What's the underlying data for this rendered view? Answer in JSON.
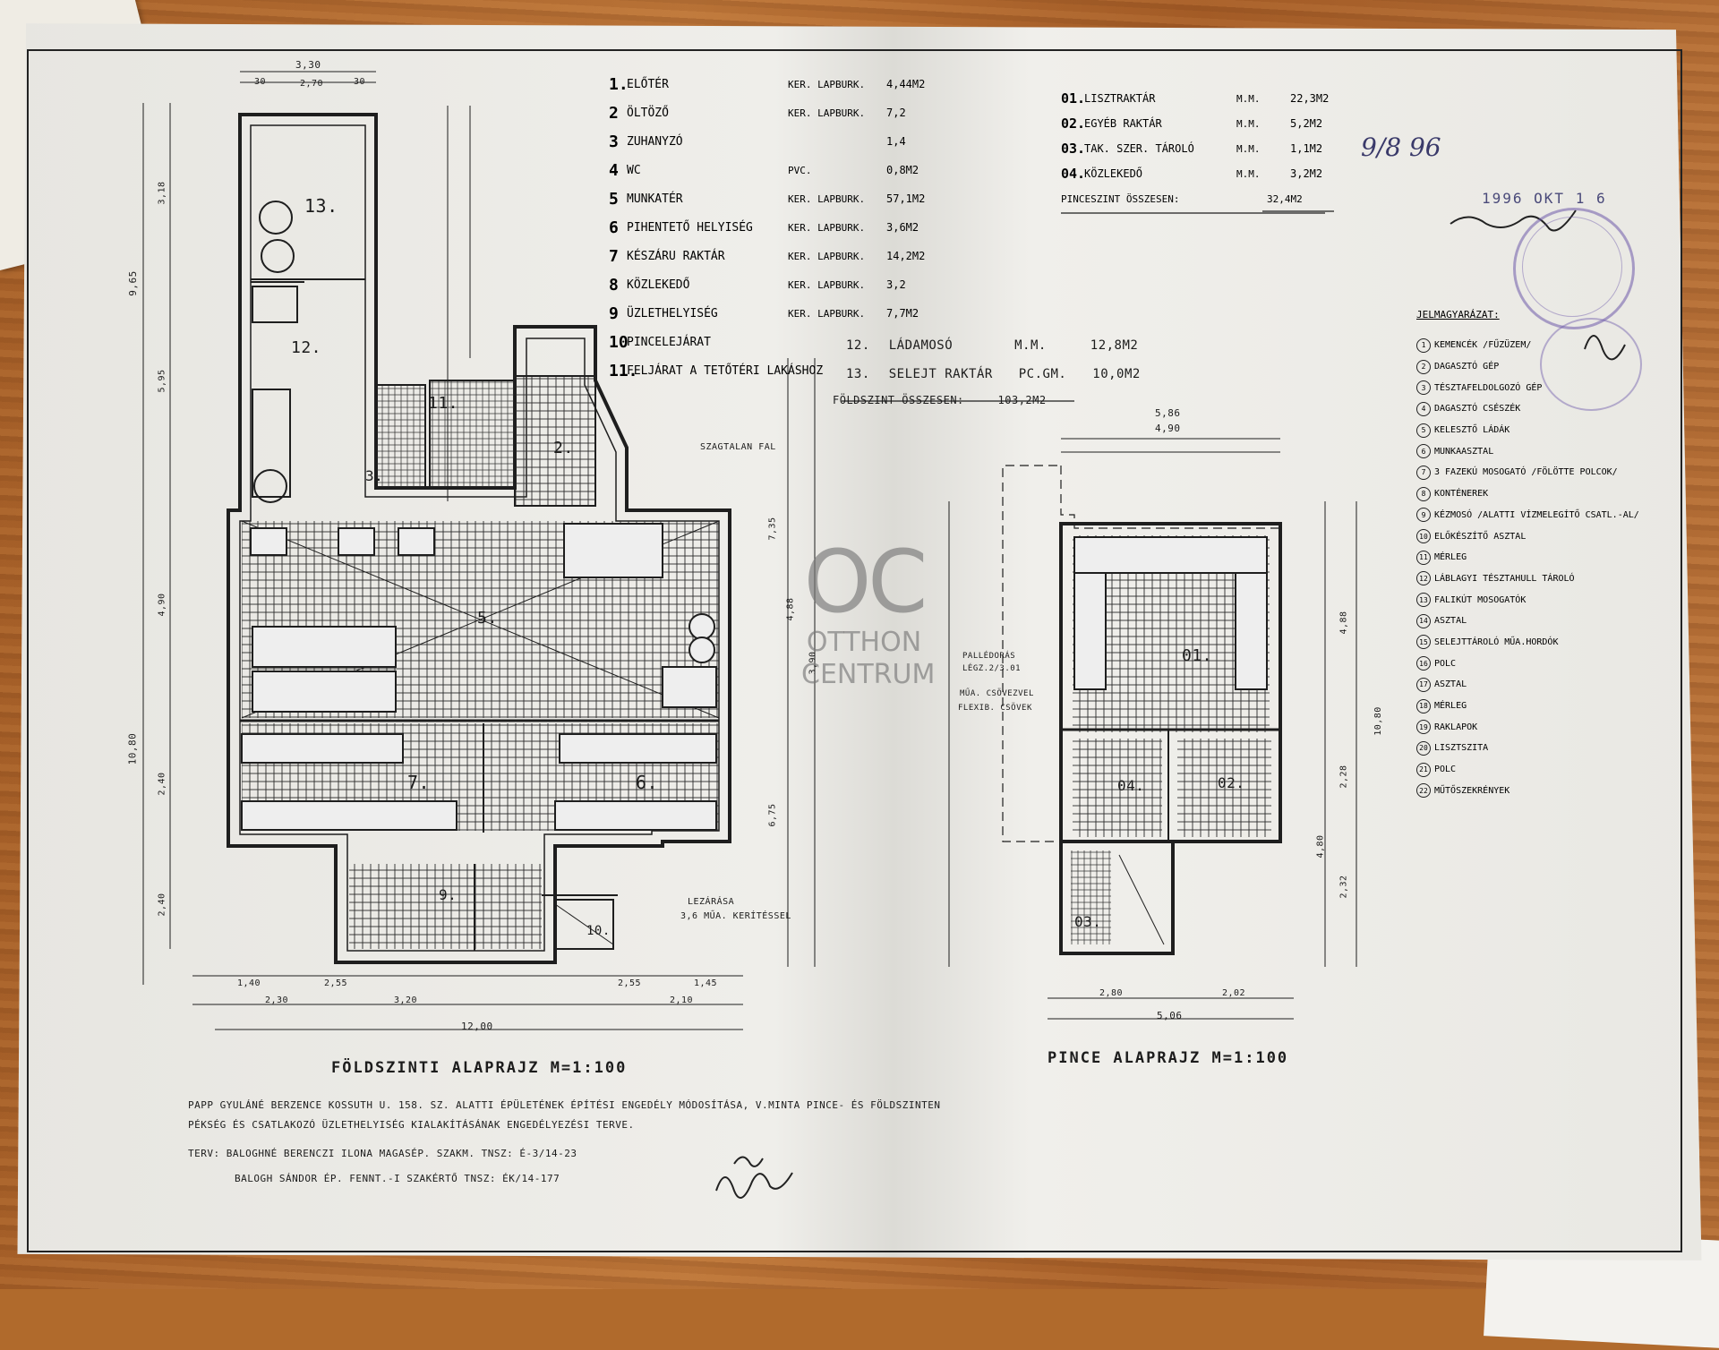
{
  "ground_rooms": [
    {
      "num": "1.",
      "name": "ELŐTÉR",
      "floor": "KER. LAPBURK.",
      "area": "4,44M2"
    },
    {
      "num": "2",
      "name": "ÖLTÖZŐ",
      "floor": "KER. LAPBURK.",
      "area": "7,2"
    },
    {
      "num": "3",
      "name": "ZUHANYZÓ",
      "floor": "",
      "area": "1,4"
    },
    {
      "num": "4",
      "name": "WC",
      "floor": "PVC.",
      "area": "0,8M2"
    },
    {
      "num": "5",
      "name": "MUNKATÉR",
      "floor": "KER. LAPBURK.",
      "area": "57,1M2"
    },
    {
      "num": "6",
      "name": "PIHENTETŐ HELYISÉG",
      "floor": "KER. LAPBURK.",
      "area": "3,6M2"
    },
    {
      "num": "7",
      "name": "KÉSZÁRU RAKTÁR",
      "floor": "KER. LAPBURK.",
      "area": "14,2M2"
    },
    {
      "num": "8",
      "name": "KÖZLEKEDŐ",
      "floor": "KER. LAPBURK.",
      "area": "3,2"
    },
    {
      "num": "9",
      "name": "ÜZLETHELYISÉG",
      "floor": "KER. LAPBURK.",
      "area": "7,7M2"
    },
    {
      "num": "10",
      "name": "PINCELEJÁRAT",
      "floor": "",
      "area": ""
    },
    {
      "num": "11.",
      "name": "FELJÁRAT A TETŐTÉRI LAKÁSHOZ",
      "floor": "",
      "area": ""
    }
  ],
  "ground_rooms_extra": [
    {
      "num": "12.",
      "name": "LÁDAMOSÓ",
      "floor": "M.M.",
      "area": "12,8M2"
    },
    {
      "num": "13.",
      "name": "SELEJT RAKTÁR",
      "floor": "PC.GM.",
      "area": "10,0M2"
    }
  ],
  "ground_total_label": "FÖLDSZINT ÖSSZESEN:",
  "ground_total": "103,2M2",
  "cellar_rooms": [
    {
      "num": "01.",
      "name": "LISZTRAKTÁR",
      "floor": "M.M.",
      "area": "22,3M2"
    },
    {
      "num": "02.",
      "name": "EGYÉB RAKTÁR",
      "floor": "M.M.",
      "area": "5,2M2"
    },
    {
      "num": "03.",
      "name": "TAK. SZER. TÁROLÓ",
      "floor": "M.M.",
      "area": "1,1M2"
    },
    {
      "num": "04.",
      "name": "KÖZLEKEDŐ",
      "floor": "M.M.",
      "area": "3,2M2"
    }
  ],
  "cellar_total_label": "PINCESZINT ÖSSZESEN:",
  "cellar_total": "32,4M2",
  "legend_title": "JELMAGYARÁZAT:",
  "legend": [
    "KEMENCÉK /FŰZÜZEM/",
    "DAGASZTÓ GÉP",
    "TÉSZTAFELDOLGOZÓ GÉP",
    "DAGASZTÓ CSÉSZÉK",
    "KELESZTŐ LÁDÁK",
    "MUNKAASZTAL",
    "3 FAZEKÚ MOSOGATÓ /FÖLÖTTE POLCOK/",
    "KONTÉNEREK",
    "KÉZMOSÓ /ALATTI VÍZMELEGÍTŐ CSATL.-AL/",
    "ELŐKÉSZÍTŐ ASZTAL",
    "MÉRLEG",
    "LÁBLAGYI TÉSZTAHULL TÁROLÓ",
    "FALIKÚT MOSOGATÓK",
    "ASZTAL",
    "SELEJTTÁROLÓ MŰA.HORDÓK",
    "POLC",
    "ASZTAL",
    "MÉRLEG",
    "RAKLAPOK",
    "LISZTSZITA",
    "POLC",
    "MŰTŐSZEKRÉNYEK"
  ],
  "plan_titles": {
    "ground": "FÖLDSZINTI ALAPRAJZ  M=1:100",
    "cellar": "PINCE ALAPRAJZ  M=1:100"
  },
  "annotations": {
    "tank": "SZAGTALAN FAL",
    "shaft": "LEZÁRÁSA",
    "shaft2": "3,6 MŰA. KERÍTÉSSEL",
    "cellar_note1": "PALLÉDORÁS",
    "cellar_note2": "LÉGZ.2/3.01",
    "cellar_note3": "MŰA. CSÖVEZVEL",
    "cellar_note4": "FLEXIB. CSÖVEK"
  },
  "dims": {
    "top_w": "3,30",
    "top_a": "30",
    "top_b": "2,70",
    "top_c": "30",
    "left_total": "9,65",
    "left_a": "3,18",
    "left_b": "5,95",
    "left_c": "4,90",
    "left_d": "10,80",
    "left_e": "2,40",
    "left_f": "2,40",
    "bottom_total": "12,00",
    "bottom_a": "1,40",
    "bottom_b": "2,55",
    "bottom_c": "2,55",
    "bottom_d": "1,45",
    "bottom_e": "2,30",
    "bottom_f": "3,20",
    "bottom_g": "2,10",
    "cellar_top": "5,86",
    "cellar_top2": "4,90",
    "cellar_bottom": "5,06",
    "cellar_b1": "2,80",
    "cellar_b2": "2,02",
    "cellar_right1": "4,88",
    "cellar_right2": "10,80",
    "cellar_right3": "2,28",
    "cellar_right4": "2,32",
    "cellar_right5": "4,80",
    "mid_a": "7,35",
    "mid_b": "4,88",
    "mid_c": "6,75",
    "mid_d": "3,90"
  },
  "title_block": {
    "line1": "PAPP GYULÁNÉ BERZENCE KOSSUTH U. 158. SZ. ALATTI ÉPÜLETÉNEK ÉPÍTÉSI ENGEDÉLY MÓDOSÍTÁSA, V.MINTA PINCE- ÉS FÖLDSZINTEN",
    "line2": "PÉKSÉG ÉS CSATLAKOZÓ ÜZLETHELYISÉG KIALAKÍTÁSÁNAK ENGEDÉLYEZÉSI TERVE.",
    "line3": "TERV: BALOGHNÉ BERENCZI ILONA   MAGASÉP. SZAKM.  TNSZ: É-3/14-23",
    "line4": "BALOGH SÁNDOR   ÉP. FENNT.-I SZAKÉRTŐ   TNSZ: ÉK/14-177"
  },
  "stamp_date": "1996 OKT 1 6",
  "hand_note": "9/8  96",
  "watermark": {
    "mark": "OC",
    "line1": "OTTHON",
    "line2": "CENTRUM"
  }
}
